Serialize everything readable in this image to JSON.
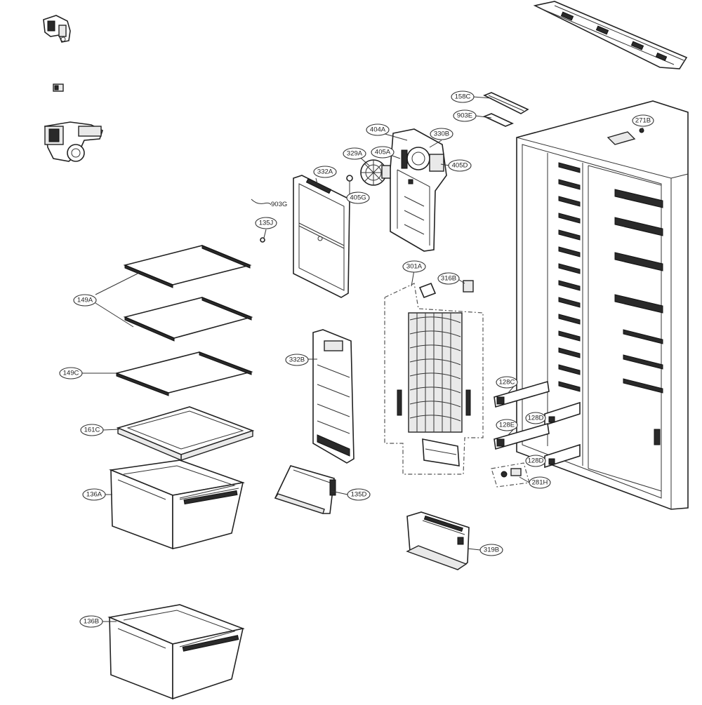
{
  "diagram": {
    "callouts": {
      "c158C": "158C",
      "c903E": "903E",
      "c271B": "271B",
      "c404A": "404A",
      "c330B": "330B",
      "c329A": "329A",
      "c405A": "405A",
      "c405D": "405D",
      "c332A": "332A",
      "c405G": "405G",
      "c903G": "903G",
      "c135J": "135J",
      "c301A": "301A",
      "c316B": "316B",
      "c149A": "149A",
      "c332B": "332B",
      "c149C": "149C",
      "c128C": "128C",
      "c128D1": "128D",
      "c128E": "128E",
      "c128D2": "128D",
      "c161C": "161C",
      "c281H": "281H",
      "c136A": "136A",
      "c135D": "135D",
      "c319B": "319B",
      "c136B": "136B"
    }
  }
}
